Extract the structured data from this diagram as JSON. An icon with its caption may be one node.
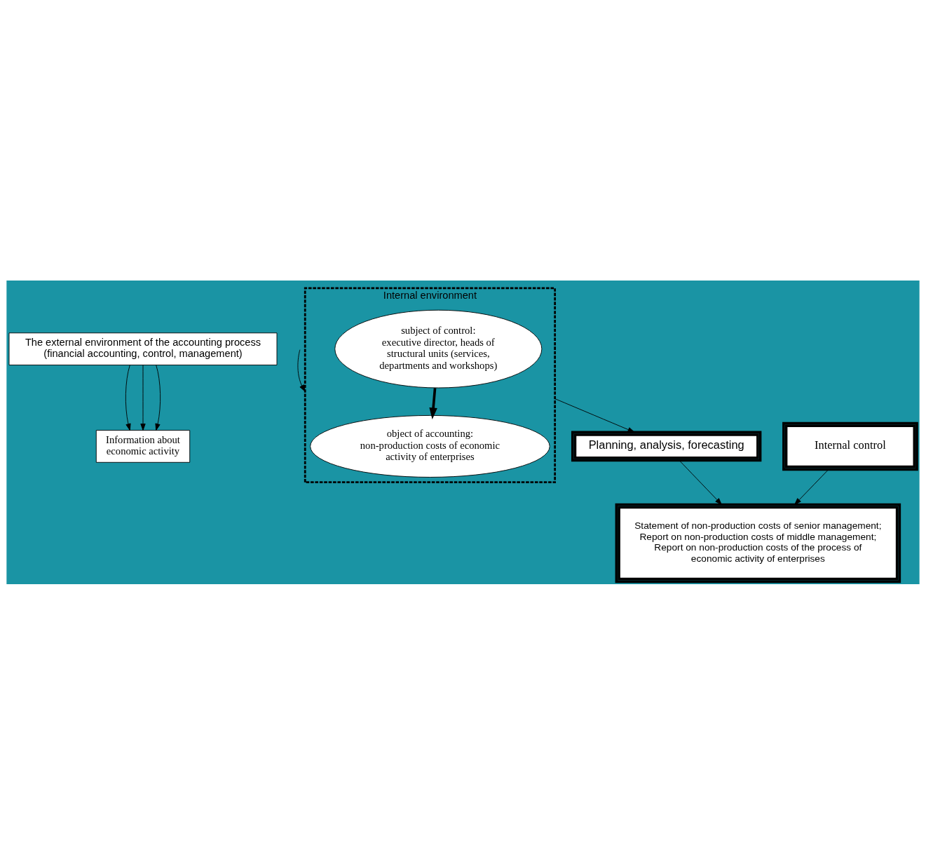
{
  "diagram": {
    "nodes": [
      {
        "text": [
          "The external environment of the accounting process (financial accounting, control, management)"
        ]
      },
      {
        "text": [
          "Information about economic activity"
        ]
      },
      {
        "text": [
          "Internal environment"
        ]
      },
      {
        "text": [
          "object of accounting:",
          "non-production costs of economic activity of enterprises"
        ],
        "in": 2
      },
      {
        "text": [
          "subject of control:",
          "executive director, heads of structural units (services, departments and workshops)"
        ],
        "in": 2
      },
      {
        "text": [
          "Planning, analysis, forecasting"
        ]
      },
      {
        "text": [
          "Internal control"
        ]
      },
      {
        "text": [
          "Statement of non-production costs of senior management; Report on non-production costs of middle management; Report on non-production costs of the process of economic activity of enterprises"
        ]
      }
    ],
    "edges": [
      {
        "from": 0,
        "to": 1,
        "arrow": "to"
      },
      {
        "from": 0,
        "to": 1,
        "arrow": "to"
      },
      {
        "from": 0,
        "to": 1,
        "arrow": "to"
      },
      {
        "from": null,
        "to": 2,
        "arrow": "to"
      },
      {
        "from": 4,
        "to": 3,
        "arrow": "to",
        "style": "thick"
      },
      {
        "from": 2,
        "to": 5,
        "arrow": "to"
      },
      {
        "from": 5,
        "to": 7,
        "arrow": "to"
      },
      {
        "from": 6,
        "to": 7,
        "arrow": "to"
      }
    ]
  }
}
